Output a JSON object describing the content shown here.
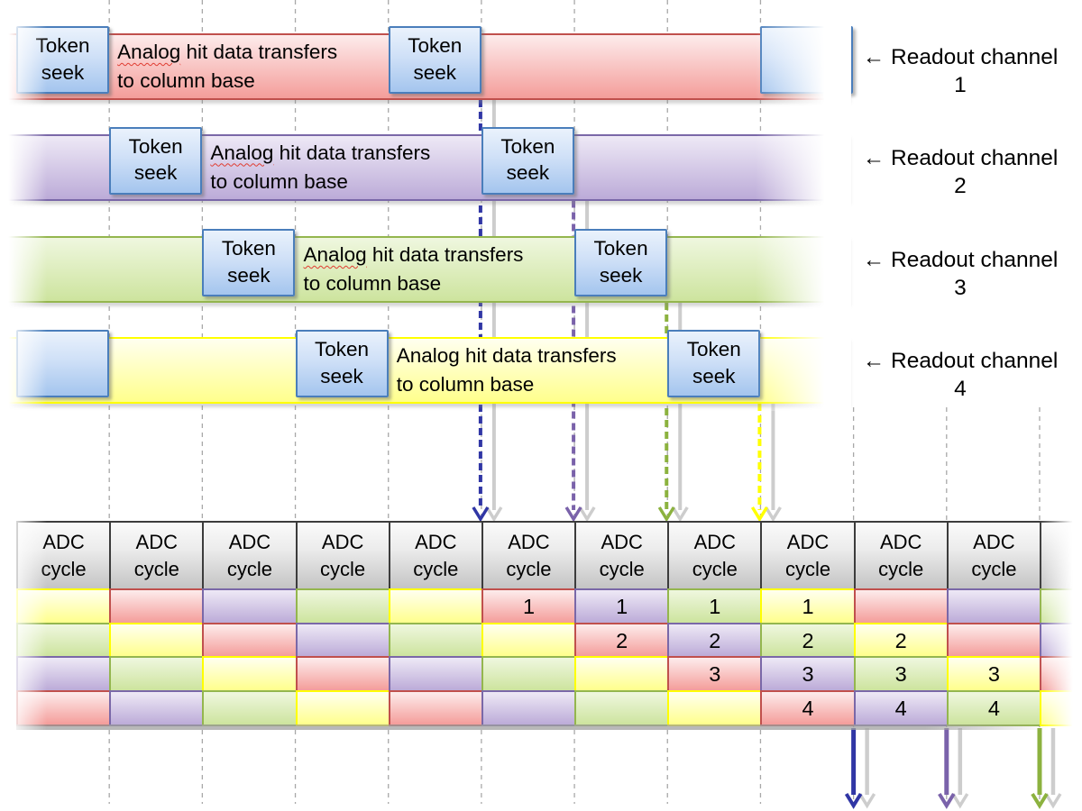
{
  "palette": {
    "red_border": "#c0504d",
    "red_light": "#fdecec",
    "red_deep": "#f49d9a",
    "purple_border": "#7a68a8",
    "purple_light": "#eee9f6",
    "purple_deep": "#bcabd8",
    "green_border": "#94b64e",
    "green_light": "#eff7df",
    "green_deep": "#cde49e",
    "yellow_border": "#ffff00",
    "yellow_light": "#fffff0",
    "yellow_deep": "#ffff8c",
    "blue_box_border": "#4a7ebb",
    "blue_box_light": "#eaf2fc",
    "blue_box_mid": "#cfe0f7",
    "blue_box_deep": "#a4c5ee",
    "header_border": "#3c3c3c",
    "header_light": "#fafafa",
    "header_deep": "#c4c4c4",
    "arrow_navy": "#3036a5",
    "arrow_purple": "#7a62aa",
    "arrow_green": "#8cb23f",
    "arrow_yellow": "#ffff00",
    "arrow_gray": "#cdcdcd",
    "gridline": "#a8a8a8",
    "squiggle": "#e03c31",
    "text": "#000000"
  },
  "channels": [
    {
      "number": "1",
      "color": "red",
      "token_label_line1": "Token",
      "token_label_line2": "seek",
      "band_text_squiggle_word": "Analog",
      "band_text_line1_rest": " hit data transfers",
      "band_text_line2": "to column base",
      "has_squiggle": true,
      "label_line1": "← Readout channel",
      "label_line2": "1",
      "token_boxes": [
        {
          "col": 0,
          "labeled": true
        },
        {
          "col": 4,
          "labeled": true
        },
        {
          "col": 8,
          "labeled": false
        }
      ]
    },
    {
      "number": "2",
      "color": "purple",
      "token_label_line1": "Token",
      "token_label_line2": "seek",
      "band_text_squiggle_word": "Analog",
      "band_text_line1_rest": " hit data transfers",
      "band_text_line2": "to column base",
      "has_squiggle": true,
      "label_line1": "← Readout channel",
      "label_line2": "2",
      "token_boxes": [
        {
          "col": 1,
          "labeled": true
        },
        {
          "col": 5,
          "labeled": true
        }
      ]
    },
    {
      "number": "3",
      "color": "green",
      "token_label_line1": "Token",
      "token_label_line2": "seek",
      "band_text_squiggle_word": "Analog",
      "band_text_line1_rest": " hit data transfers",
      "band_text_line2": "to column base",
      "has_squiggle": true,
      "label_line1": "← Readout channel",
      "label_line2": "3",
      "token_boxes": [
        {
          "col": 2,
          "labeled": true
        },
        {
          "col": 6,
          "labeled": true
        }
      ]
    },
    {
      "number": "4",
      "color": "yellow",
      "token_label_line1": "Token",
      "token_label_line2": "seek",
      "band_text_squiggle_word": "Analog",
      "band_text_line1_rest": " hit data transfers",
      "band_text_line2": "to column base",
      "has_squiggle": false,
      "label_line1": "← Readout channel",
      "label_line2": "4",
      "token_boxes": [
        {
          "col": 0,
          "labeled": false
        },
        {
          "col": 3,
          "labeled": true
        },
        {
          "col": 7,
          "labeled": true
        }
      ]
    }
  ],
  "adc_table": {
    "header_line1": "ADC",
    "header_line2": "cycle",
    "num_columns": 11,
    "rows": [
      {
        "cells": [
          {
            "c": "y"
          },
          {
            "c": "r"
          },
          {
            "c": "p"
          },
          {
            "c": "g"
          },
          {
            "c": "y"
          },
          {
            "c": "r",
            "n": "1"
          },
          {
            "c": "p",
            "n": "1"
          },
          {
            "c": "g",
            "n": "1"
          },
          {
            "c": "y",
            "n": "1"
          },
          {
            "c": "r"
          },
          {
            "c": "p"
          },
          {
            "c": "g",
            "fade": true
          }
        ]
      },
      {
        "cells": [
          {
            "c": "g"
          },
          {
            "c": "y"
          },
          {
            "c": "r"
          },
          {
            "c": "p"
          },
          {
            "c": "g"
          },
          {
            "c": "y"
          },
          {
            "c": "r",
            "n": "2"
          },
          {
            "c": "p",
            "n": "2"
          },
          {
            "c": "g",
            "n": "2"
          },
          {
            "c": "y",
            "n": "2"
          },
          {
            "c": "r"
          },
          {
            "c": "p",
            "fade": true
          }
        ]
      },
      {
        "cells": [
          {
            "c": "p"
          },
          {
            "c": "g"
          },
          {
            "c": "y"
          },
          {
            "c": "r"
          },
          {
            "c": "p"
          },
          {
            "c": "g"
          },
          {
            "c": "y"
          },
          {
            "c": "r",
            "n": "3"
          },
          {
            "c": "p",
            "n": "3"
          },
          {
            "c": "g",
            "n": "3"
          },
          {
            "c": "y",
            "n": "3"
          },
          {
            "c": "r",
            "fade": true
          }
        ]
      },
      {
        "cells": [
          {
            "c": "r"
          },
          {
            "c": "p"
          },
          {
            "c": "g"
          },
          {
            "c": "y"
          },
          {
            "c": "r"
          },
          {
            "c": "p"
          },
          {
            "c": "g"
          },
          {
            "c": "y"
          },
          {
            "c": "r",
            "n": "4"
          },
          {
            "c": "p",
            "n": "4"
          },
          {
            "c": "g",
            "n": "4"
          },
          {
            "c": "y",
            "fade": true
          }
        ]
      }
    ]
  },
  "arrows": {
    "top": [
      {
        "channel": "1",
        "color_key": "arrow_navy"
      },
      {
        "channel": "2",
        "color_key": "arrow_purple"
      },
      {
        "channel": "3",
        "color_key": "arrow_green"
      },
      {
        "channel": "4",
        "color_key": "arrow_yellow"
      }
    ],
    "bottom": [
      {
        "channel": "1",
        "color_key": "arrow_navy"
      },
      {
        "channel": "2",
        "color_key": "arrow_purple"
      },
      {
        "channel": "3",
        "color_key": "arrow_green"
      }
    ]
  }
}
